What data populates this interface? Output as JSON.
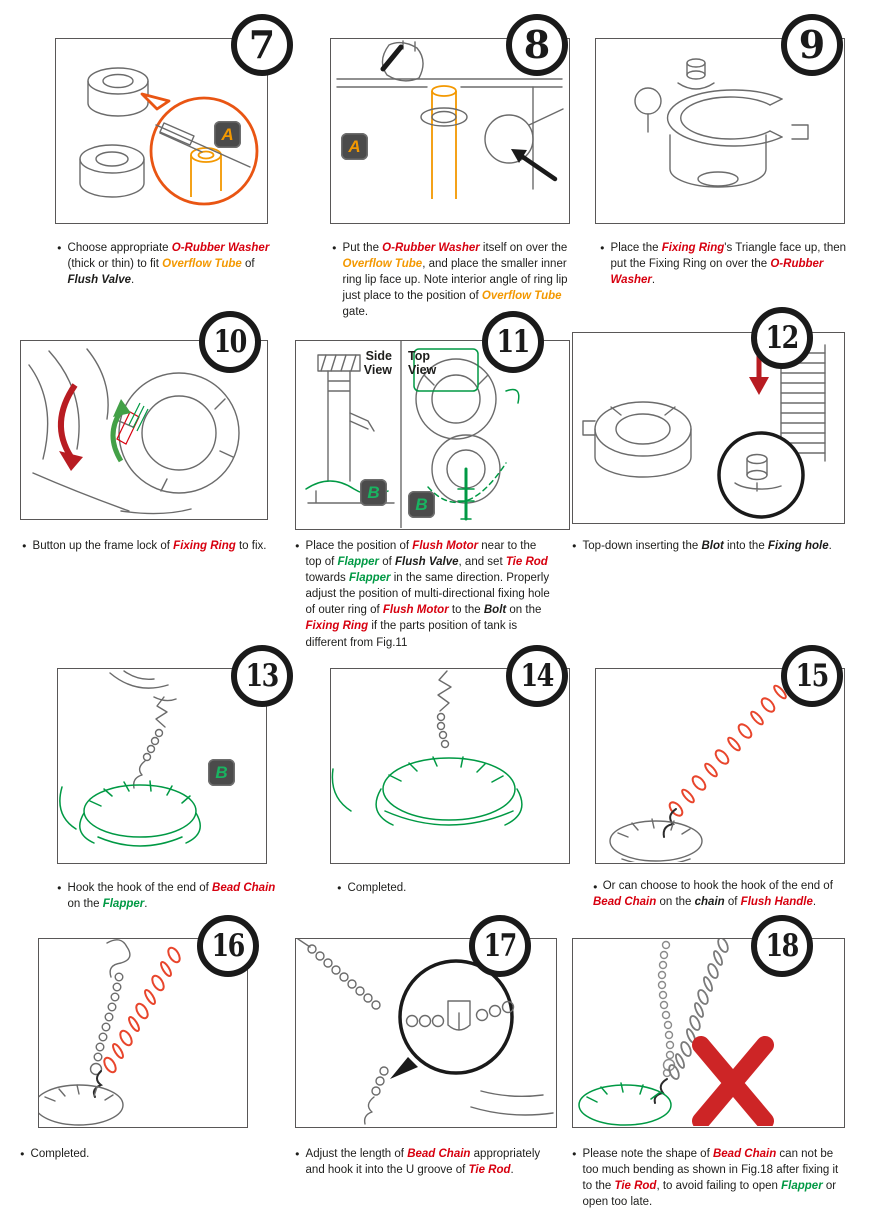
{
  "document": {
    "background": "#ffffff",
    "type": "installation-instructions"
  },
  "ui": {
    "bullet": "●"
  },
  "colors": {
    "red": "#d7000f",
    "orange": "#f39800",
    "green": "#009944",
    "text": "#1d1d1b",
    "line": "#6b6b6b",
    "xred": "#cd2526",
    "arrowred": "#b81c22",
    "arrowgreen": "#43a047",
    "chainred": "#e8452c",
    "magorange": "#e95513",
    "markerbg": "#4b4b4b",
    "badgering": "#1a1a1a"
  },
  "steps": [
    {
      "number": "7",
      "markers": [
        "A"
      ],
      "caption": [
        {
          "t": "Choose appropriate ",
          "s": "plain"
        },
        {
          "t": "O-Rubber Washer",
          "s": "red"
        },
        {
          "t": " (thick or thin) to fit ",
          "s": "plain"
        },
        {
          "t": "Overflow Tube",
          "s": "orange"
        },
        {
          "t": " of ",
          "s": "plain"
        },
        {
          "t": "Flush Valve",
          "s": "bold"
        },
        {
          "t": ".",
          "s": "plain"
        }
      ]
    },
    {
      "number": "8",
      "markers": [
        "A"
      ],
      "caption": [
        {
          "t": "Put the ",
          "s": "plain"
        },
        {
          "t": "O-Rubber Washer",
          "s": "red"
        },
        {
          "t": " itself on over the ",
          "s": "plain"
        },
        {
          "t": "Overflow Tube",
          "s": "orange"
        },
        {
          "t": ", and place the smaller inner ring lip face up. Note interior angle of ring lip just place to the position of ",
          "s": "plain"
        },
        {
          "t": "Overflow Tube",
          "s": "orange"
        },
        {
          "t": " gate.",
          "s": "plain"
        }
      ]
    },
    {
      "number": "9",
      "markers": [],
      "caption": [
        {
          "t": "Place the ",
          "s": "plain"
        },
        {
          "t": "Fixing Ring",
          "s": "red"
        },
        {
          "t": "'s Triangle face up, then put the Fixing Ring on over the ",
          "s": "plain"
        },
        {
          "t": "O-Rubber Washer",
          "s": "red"
        },
        {
          "t": ".",
          "s": "plain"
        }
      ]
    },
    {
      "number": "10",
      "markers": [],
      "caption": [
        {
          "t": "Button up the frame lock of ",
          "s": "plain"
        },
        {
          "t": "Fixing Ring",
          "s": "red"
        },
        {
          "t": " to fix.",
          "s": "plain"
        }
      ]
    },
    {
      "number": "11",
      "markers": [
        "B",
        "B"
      ],
      "side_view_label": "Side View",
      "top_view_label": "Top View",
      "caption": [
        {
          "t": "Place the position of ",
          "s": "plain"
        },
        {
          "t": "Flush Motor",
          "s": "red"
        },
        {
          "t": " near to the top of ",
          "s": "plain"
        },
        {
          "t": "Flapper",
          "s": "green"
        },
        {
          "t": " of ",
          "s": "plain"
        },
        {
          "t": "Flush Valve",
          "s": "bold"
        },
        {
          "t": ", and set ",
          "s": "plain"
        },
        {
          "t": "Tie Rod",
          "s": "red"
        },
        {
          "t": " towards ",
          "s": "plain"
        },
        {
          "t": "Flapper",
          "s": "green"
        },
        {
          "t": " in the same direction. Properly adjust the position of multi-directional fixing hole of outer ring of ",
          "s": "plain"
        },
        {
          "t": "Flush Motor",
          "s": "red"
        },
        {
          "t": " to the ",
          "s": "plain"
        },
        {
          "t": "Bolt",
          "s": "bold"
        },
        {
          "t": " on the ",
          "s": "plain"
        },
        {
          "t": "Fixing Ring",
          "s": "red"
        },
        {
          "t": " if the parts position of tank is different from Fig.11",
          "s": "plain"
        }
      ]
    },
    {
      "number": "12",
      "markers": [],
      "caption": [
        {
          "t": "Top-down inserting the ",
          "s": "plain"
        },
        {
          "t": "Blot",
          "s": "bold"
        },
        {
          "t": " into the ",
          "s": "plain"
        },
        {
          "t": "Fixing hole",
          "s": "bold"
        },
        {
          "t": ".",
          "s": "plain"
        }
      ]
    },
    {
      "number": "13",
      "markers": [
        "B"
      ],
      "caption": [
        {
          "t": "Hook the hook of the end of ",
          "s": "plain"
        },
        {
          "t": "Bead Chain",
          "s": "red"
        },
        {
          "t": " on the ",
          "s": "plain"
        },
        {
          "t": "Flapper",
          "s": "green"
        },
        {
          "t": ".",
          "s": "plain"
        }
      ]
    },
    {
      "number": "14",
      "markers": [],
      "caption": [
        {
          "t": "Completed.",
          "s": "plain"
        }
      ]
    },
    {
      "number": "15",
      "markers": [],
      "caption": [
        {
          "t": "Or can choose to hook the hook of the end of ",
          "s": "plain"
        },
        {
          "t": "Bead Chain",
          "s": "red"
        },
        {
          "t": " on the ",
          "s": "plain"
        },
        {
          "t": "chain",
          "s": "bold"
        },
        {
          "t": " of ",
          "s": "plain"
        },
        {
          "t": "Flush Handle",
          "s": "red"
        },
        {
          "t": ".",
          "s": "plain"
        }
      ]
    },
    {
      "number": "16",
      "markers": [],
      "caption": [
        {
          "t": "Completed.",
          "s": "plain"
        }
      ]
    },
    {
      "number": "17",
      "markers": [],
      "caption": [
        {
          "t": "Adjust the length of ",
          "s": "plain"
        },
        {
          "t": "Bead Chain",
          "s": "red"
        },
        {
          "t": " appropriately and hook it into the U groove of ",
          "s": "plain"
        },
        {
          "t": "Tie Rod",
          "s": "red"
        },
        {
          "t": ".",
          "s": "plain"
        }
      ]
    },
    {
      "number": "18",
      "markers": [],
      "caption": [
        {
          "t": "Please note the shape of ",
          "s": "plain"
        },
        {
          "t": "Bead Chain",
          "s": "red"
        },
        {
          "t": " can not be too much bending as shown in Fig.18 after fixing it to the ",
          "s": "plain"
        },
        {
          "t": "Tie Rod",
          "s": "red"
        },
        {
          "t": ", to avoid failing to open ",
          "s": "plain"
        },
        {
          "t": "Flapper",
          "s": "green"
        },
        {
          "t": " or open too late.",
          "s": "plain"
        }
      ]
    }
  ]
}
